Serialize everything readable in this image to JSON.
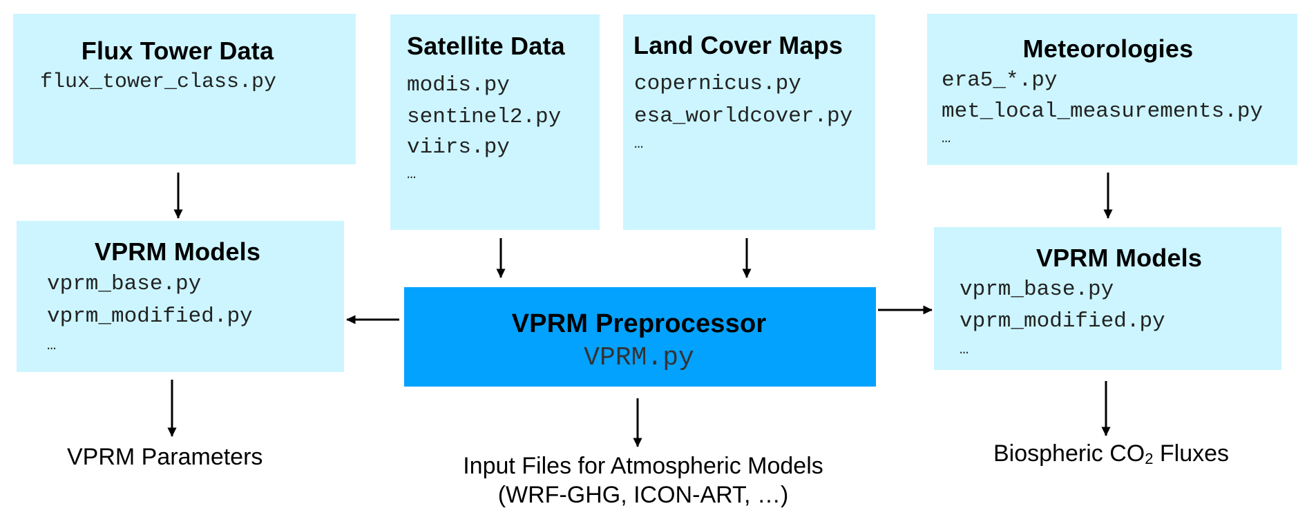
{
  "colors": {
    "module_box": "#ccf5ff",
    "core_box": "#03a2ff",
    "arrow": "#000000",
    "code_text": "#222222"
  },
  "boxes": {
    "flux_tower": {
      "title": "Flux Tower Data",
      "files": [
        "flux_tower_class.py"
      ]
    },
    "satellite": {
      "title": "Satellite Data",
      "files": [
        "modis.py",
        "sentinel2.py",
        "viirs.py",
        "…"
      ]
    },
    "land_cover": {
      "title": "Land Cover Maps",
      "files": [
        "copernicus.py",
        "esa_worldcover.py",
        "…"
      ]
    },
    "meteorologies": {
      "title": "Meteorologies",
      "files": [
        "era5_*.py",
        "met_local_measurements.py",
        "…"
      ]
    },
    "vprm_models_left": {
      "title": "VPRM Models",
      "files": [
        "vprm_base.py",
        "vprm_modified.py",
        "…"
      ]
    },
    "preprocessor": {
      "title": "VPRM Preprocessor",
      "files": [
        "VPRM.py"
      ]
    },
    "vprm_models_right": {
      "title": "VPRM Models",
      "files": [
        "vprm_base.py",
        "vprm_modified.py",
        "…"
      ]
    }
  },
  "outputs": {
    "vprm_parameters": "VPRM Parameters",
    "input_files_line1": "Input Files for Atmospheric Models",
    "input_files_line2": "(WRF-GHG, ICON-ART, …)",
    "biospheric_prefix": "Biospheric CO",
    "biospheric_subscript": "2",
    "biospheric_suffix": " Fluxes"
  },
  "edges": [
    {
      "from": "Flux Tower Data",
      "to": "VPRM Models (left)"
    },
    {
      "from": "Satellite Data",
      "to": "VPRM Preprocessor"
    },
    {
      "from": "Land Cover Maps",
      "to": "VPRM Preprocessor"
    },
    {
      "from": "Meteorologies",
      "to": "VPRM Models (right)"
    },
    {
      "from": "VPRM Preprocessor",
      "to": "VPRM Models (left)"
    },
    {
      "from": "VPRM Preprocessor",
      "to": "VPRM Models (right)"
    },
    {
      "from": "VPRM Models (left)",
      "to": "VPRM Parameters"
    },
    {
      "from": "VPRM Preprocessor",
      "to": "Input Files for Atmospheric Models"
    },
    {
      "from": "VPRM Models (right)",
      "to": "Biospheric CO2 Fluxes"
    }
  ]
}
